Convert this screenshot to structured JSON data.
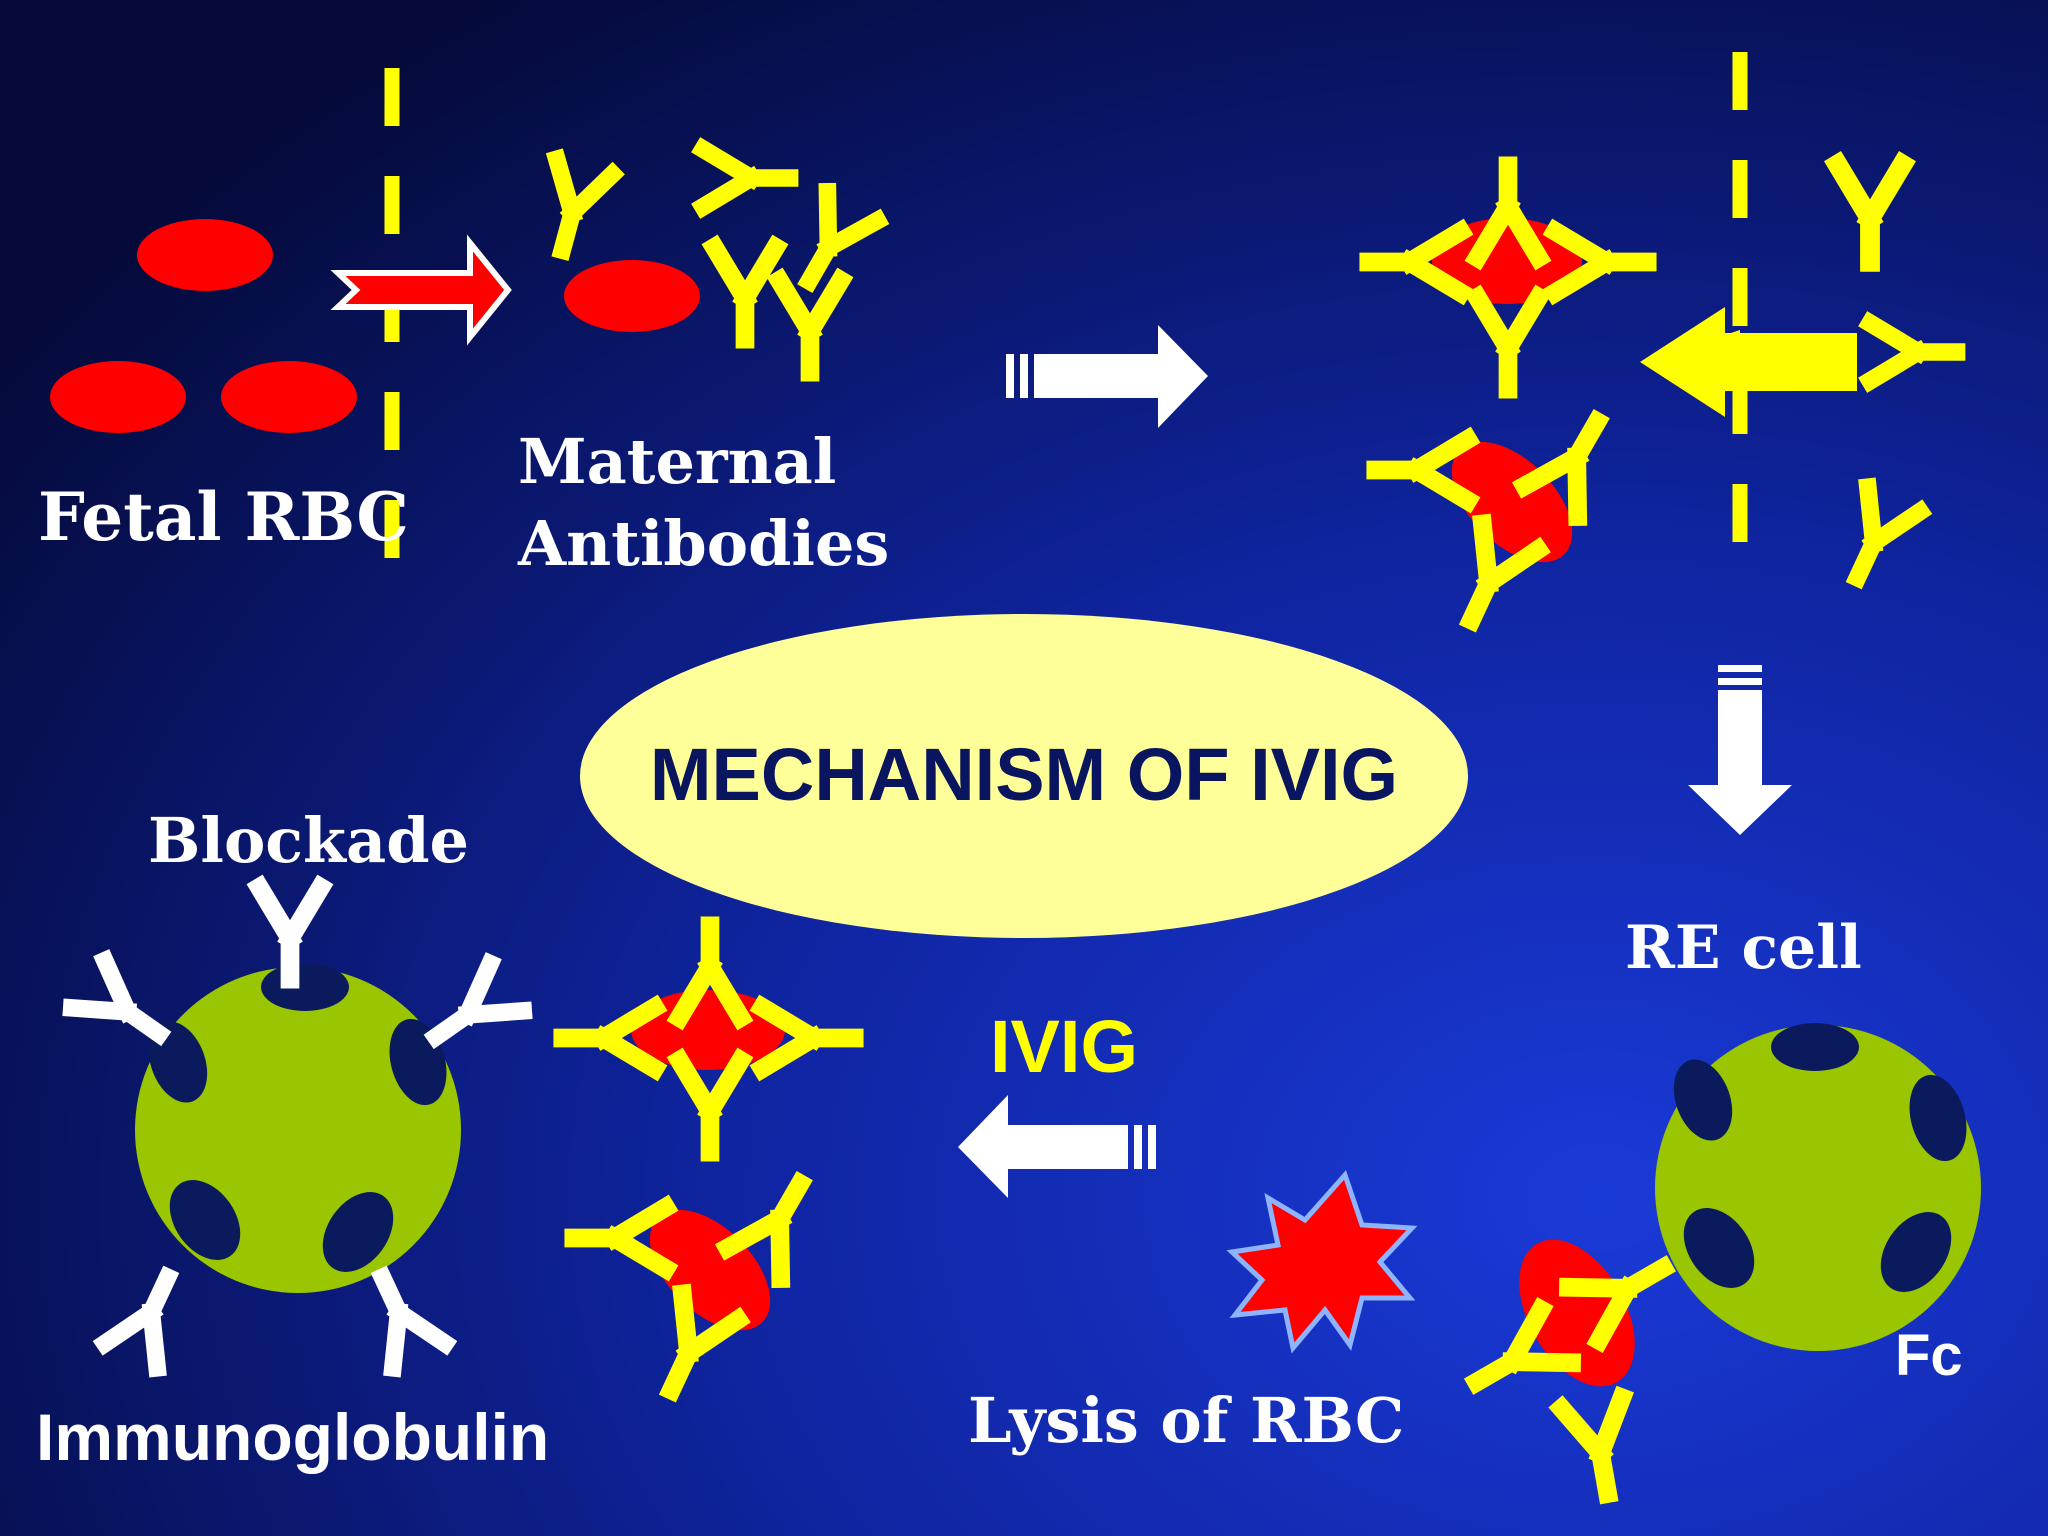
{
  "title": "MECHANISM OF IVIG",
  "labels": {
    "fetal_rbc": "Fetal RBC",
    "maternal_line1": "Maternal",
    "maternal_line2": "Antibodies",
    "blockade": "Blockade",
    "re_cell": "RE cell",
    "ivig": "IVIG",
    "immunoglobulin": "Immunoglobulin",
    "lysis": "Lysis of RBC",
    "fc": "Fc"
  },
  "colors": {
    "background_dark": "#050a3a",
    "background_light": "#1a3ad8",
    "rbc": "#ff0000",
    "antibody": "#ffff00",
    "immunoglobulin": "#ffffff",
    "cell": "#99c600",
    "receptor": "#0a1a5c",
    "title_oval": "#ffff99",
    "title_text": "#0a1560",
    "arrow_white": "#ffffff",
    "arrow_yellow": "#ffff00"
  },
  "icons": {
    "antibody": "y-shaped-antibody-icon",
    "rbc": "red-ellipse-rbc-icon",
    "placenta": "dashed-line-barrier",
    "lysis": "starburst-icon",
    "cell": "green-sphere-cell-icon"
  }
}
